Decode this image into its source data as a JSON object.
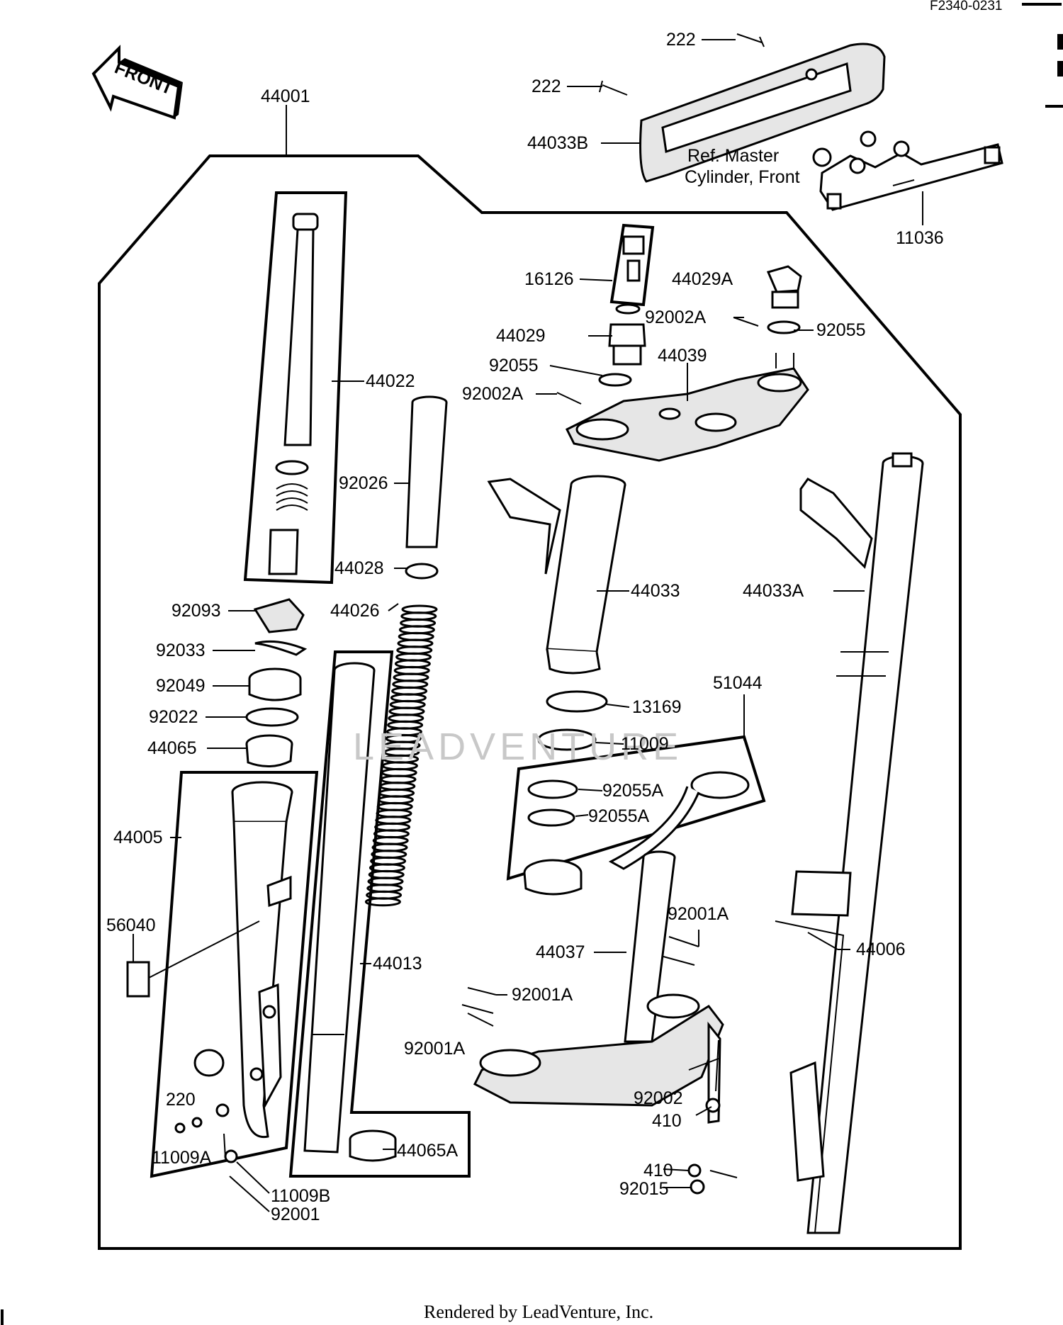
{
  "header": {
    "code": "F2340-0231"
  },
  "front_arrow": {
    "label": "FRONT"
  },
  "ref_note": {
    "line1": "Ref. Master",
    "line2": "Cylinder, Front"
  },
  "watermark": "LEADVENTURE",
  "footer": "Rendered by LeadVenture, Inc.",
  "parts": {
    "p44001": "44001",
    "p222a": "222",
    "p222b": "222",
    "p44033b": "44033B",
    "p11036": "11036",
    "p16126": "16126",
    "p44029a": "44029A",
    "p92002a_1": "92002A",
    "p92055_1": "92055",
    "p44029": "44029",
    "p44039": "44039",
    "p92055_2": "92055",
    "p92002a_2": "92002A",
    "p44022": "44022",
    "p92026": "92026",
    "p44028": "44028",
    "p44033": "44033",
    "p44033a": "44033A",
    "p92093": "92093",
    "p44026": "44026",
    "p92033": "92033",
    "p92049": "92049",
    "p51044": "51044",
    "p13169": "13169",
    "p92022": "92022",
    "p11009": "11009",
    "p44065": "44065",
    "p92055a_1": "92055A",
    "p44005": "44005",
    "p92055a_2": "92055A",
    "p56040": "56040",
    "p92001a_1": "92001A",
    "p44037": "44037",
    "p44006": "44006",
    "p44013": "44013",
    "p92001a_2": "92001A",
    "p92001a_3": "92001A",
    "p92002": "92002",
    "p220": "220",
    "p410_1": "410",
    "p11009a": "11009A",
    "p44065a": "44065A",
    "p410_2": "410",
    "p11009b": "11009B",
    "p92015": "92015",
    "p92001": "92001"
  }
}
